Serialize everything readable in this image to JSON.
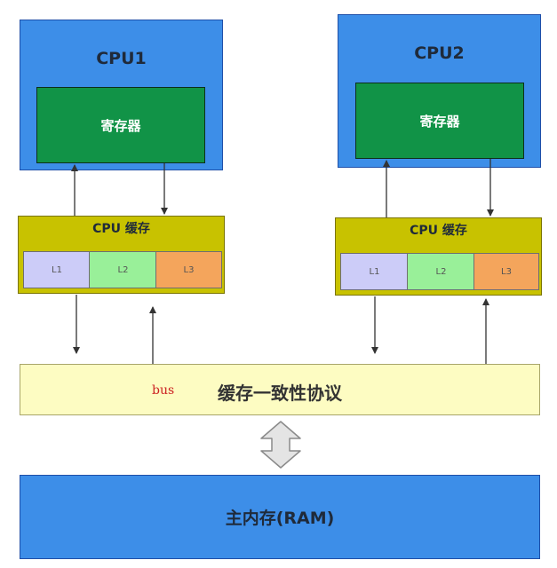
{
  "cpus": [
    {
      "title": "CPU1",
      "register": "寄存器",
      "cache": {
        "title": "CPU 缓存",
        "levels": [
          "L1",
          "L2",
          "L3"
        ]
      }
    },
    {
      "title": "CPU2",
      "register": "寄存器",
      "cache": {
        "title": "CPU 缓存",
        "levels": [
          "L1",
          "L2",
          "L3"
        ]
      }
    }
  ],
  "protocol": {
    "label": "缓存一致性协议",
    "bus_label": "bus"
  },
  "memory": {
    "label": "主内存(RAM)"
  },
  "colors": {
    "cpu_blue": "#3d8ee8",
    "register_green": "#119347",
    "cache_yellow": "#c8c200",
    "l1": "#ccccf8",
    "l2": "#99f099",
    "l3": "#f4a55c",
    "protocol_yellow": "#fdfcc2",
    "bus_red": "#cc2222",
    "arrow": "#333333"
  }
}
